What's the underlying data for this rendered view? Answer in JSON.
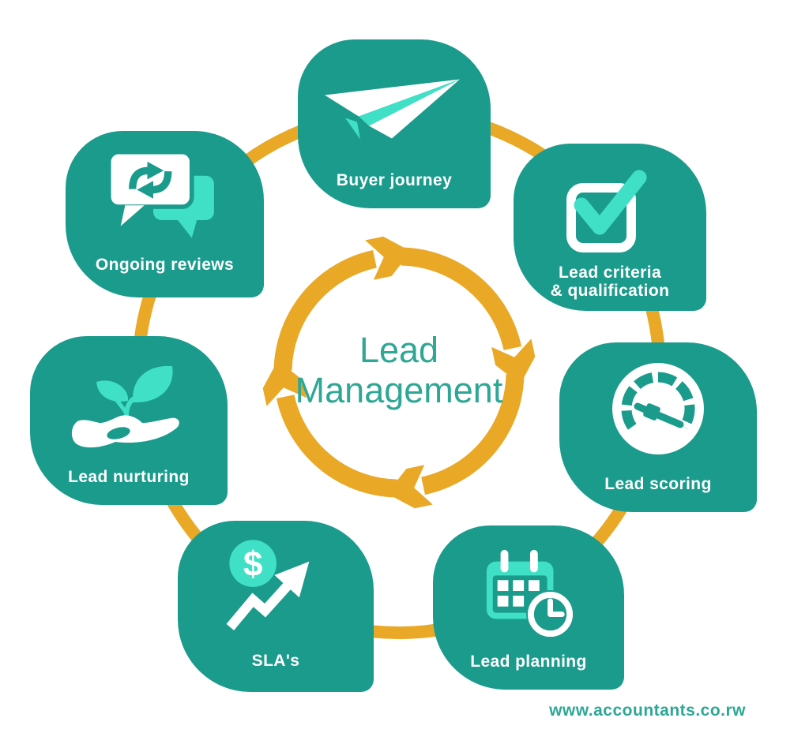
{
  "title": {
    "line1": "Lead",
    "line2": "Management"
  },
  "watermark": "www.accountants.co.rw",
  "colors": {
    "bubble_teal": "#1b9b8c",
    "mint_accent": "#3fe0c6",
    "gold": "#e9a826",
    "title_teal": "#2ea795",
    "label_white": "#ffffff"
  },
  "nodes": [
    {
      "id": "buyer-journey",
      "label": "Buyer journey",
      "icon": "paper-plane-icon"
    },
    {
      "id": "lead-criteria-qualification",
      "label1": "Lead criteria",
      "label2": "& qualification",
      "icon": "checkbox-check-icon"
    },
    {
      "id": "lead-scoring",
      "label": "Lead scoring",
      "icon": "gauge-icon"
    },
    {
      "id": "lead-planning",
      "label": "Lead planning",
      "icon": "calendar-clock-icon"
    },
    {
      "id": "slas",
      "label": "SLA's",
      "dollar_sign": "$",
      "icon": "dollar-growth-icon"
    },
    {
      "id": "lead-nurturing",
      "label": "Lead nurturing",
      "icon": "hand-plant-icon"
    },
    {
      "id": "ongoing-reviews",
      "label": "Ongoing reviews",
      "icon": "chat-sync-icon"
    }
  ]
}
